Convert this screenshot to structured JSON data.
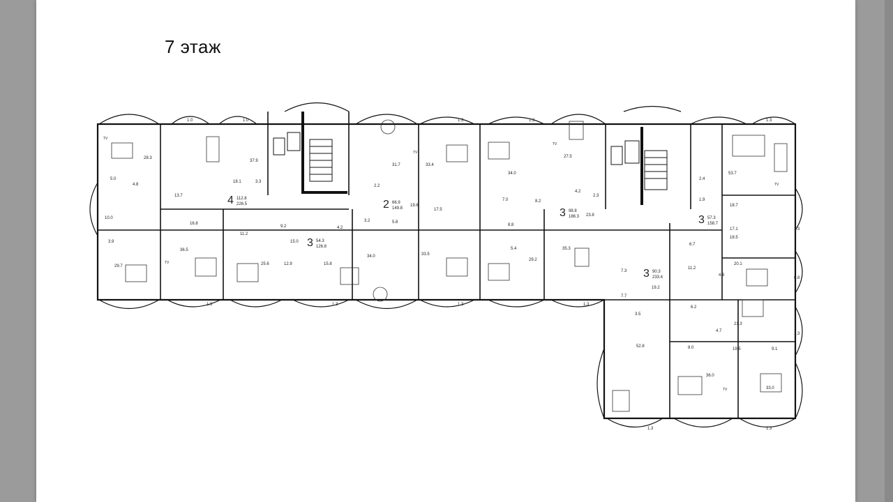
{
  "page": {
    "title": "7 этаж"
  },
  "apartments": [
    {
      "id": "apt-4",
      "rooms": "4",
      "living": "112.8",
      "total": "226.5"
    },
    {
      "id": "apt-2",
      "rooms": "2",
      "living": "66.9",
      "total": "149.8"
    },
    {
      "id": "apt-3a",
      "rooms": "3",
      "living": "54.3",
      "total": "126.8"
    },
    {
      "id": "apt-3b",
      "rooms": "3",
      "living": "98.8",
      "total": "186.3"
    },
    {
      "id": "apt-3c",
      "rooms": "3",
      "living": "57.3",
      "total": "158.7"
    },
    {
      "id": "apt-3d",
      "rooms": "3",
      "living": "90.3",
      "total": "233.4"
    }
  ],
  "room_areas": [
    "28.3",
    "5.0",
    "4.8",
    "10.0",
    "3.9",
    "29.7",
    "13.7",
    "16.8",
    "36.5",
    "37.9",
    "18.1",
    "3.3",
    "11.2",
    "9.2",
    "25.6",
    "15.0",
    "12.9",
    "15.8",
    "4.2",
    "3.2",
    "5.8",
    "34.0",
    "31.7",
    "2.2",
    "19.6",
    "17.5",
    "33.4",
    "33.5",
    "34.0",
    "7.0",
    "8.2",
    "8.8",
    "5.4",
    "29.2",
    "27.5",
    "4.2",
    "2.3",
    "23.8",
    "35.3",
    "53.7",
    "2.4",
    "1.9",
    "18.7",
    "17.1",
    "18.5",
    "6.7",
    "11.2",
    "4.6",
    "20.1",
    "7.3",
    "19.2",
    "7.7",
    "3.5",
    "6.2",
    "21.3",
    "4.7",
    "8.0",
    "19.5",
    "9.1",
    "52.8",
    "36.0",
    "33.0",
    "0.8"
  ],
  "balcony_areas": [
    "1.0",
    "1.0",
    "1.3",
    "1.3",
    "1.3",
    "1.3",
    "1.3",
    "1.3",
    "1.3",
    "1.3",
    "1.3",
    "1.3",
    "1.3"
  ],
  "furniture_label": "TV"
}
